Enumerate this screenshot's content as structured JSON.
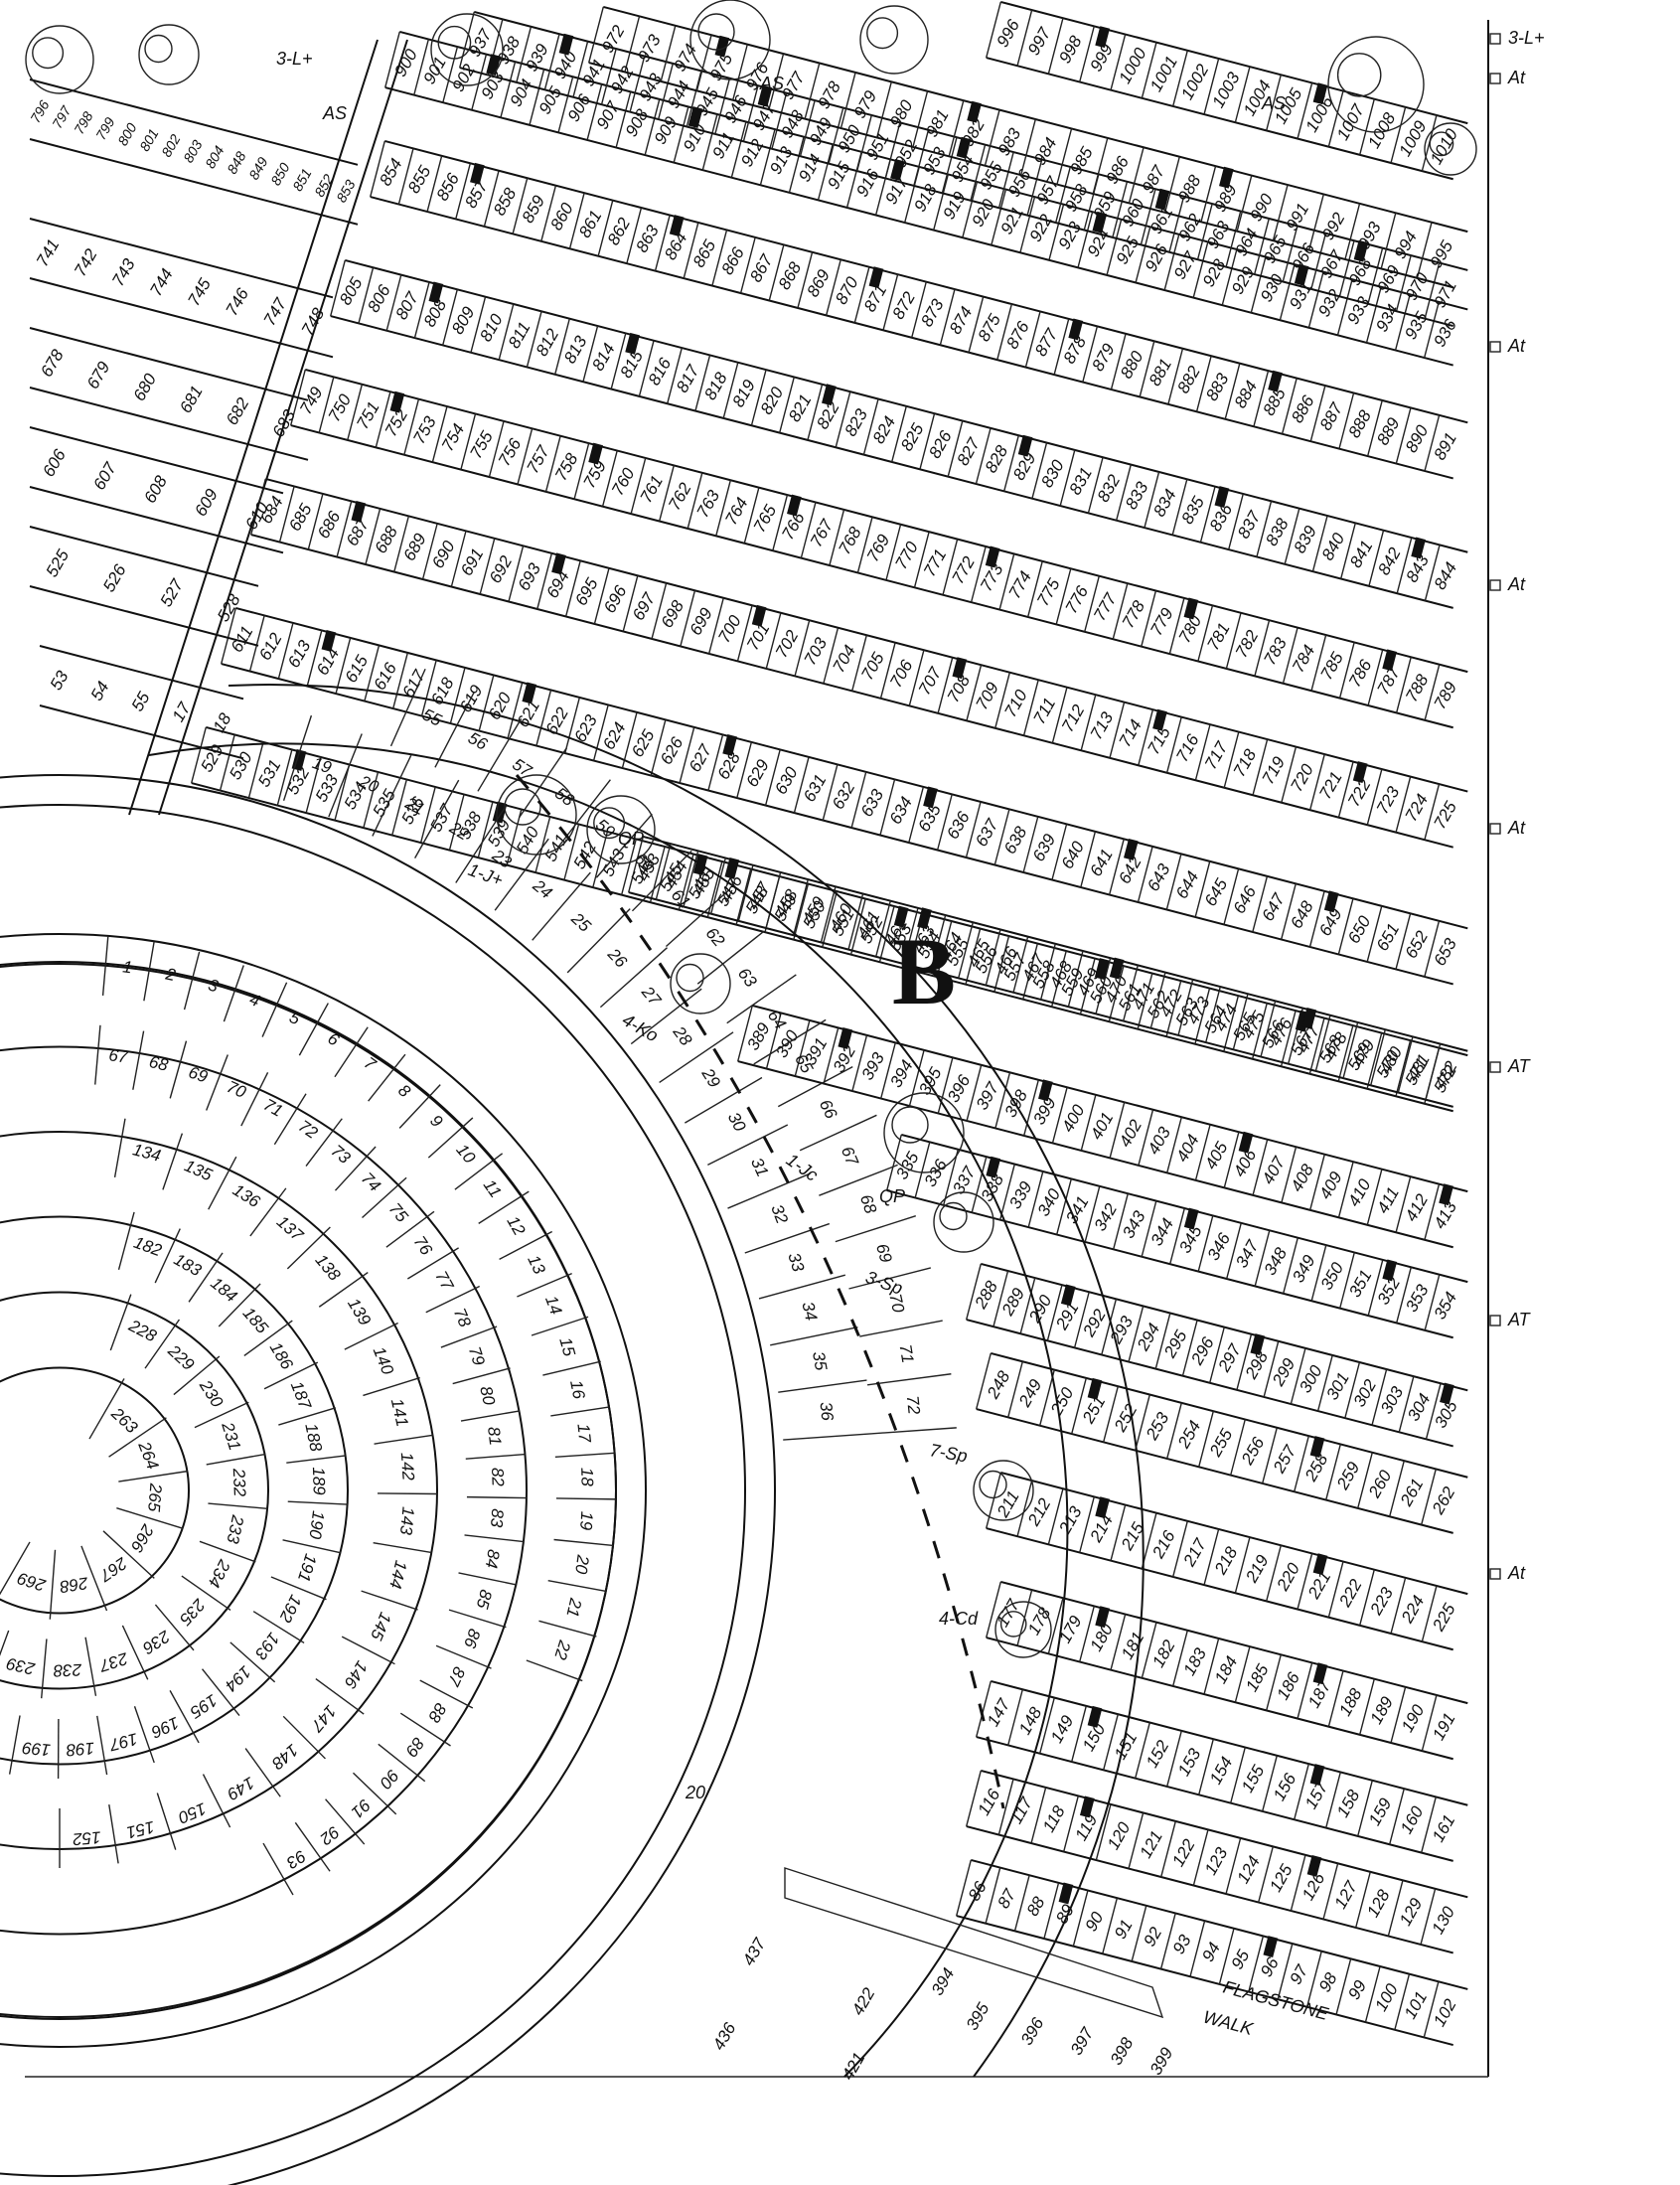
{
  "section_letter": "B",
  "side_markers": [
    {
      "label": "3-L+"
    },
    {
      "label": "At"
    },
    {
      "label": "At"
    },
    {
      "label": "At"
    },
    {
      "label": "At"
    },
    {
      "label": "AT"
    },
    {
      "label": "AT"
    },
    {
      "label": "At"
    }
  ],
  "annotations": [
    {
      "text": "3-L+"
    },
    {
      "text": "AS"
    },
    {
      "text": "AS"
    },
    {
      "text": "AS"
    },
    {
      "text": "QP"
    },
    {
      "text": "QP"
    },
    {
      "text": "1-J+"
    },
    {
      "text": "4-Ko"
    },
    {
      "text": "1-Jc"
    },
    {
      "text": "3-Sp"
    },
    {
      "text": "7-Sp"
    },
    {
      "text": "4-Cd"
    },
    {
      "text": "FLAGSTONE"
    },
    {
      "text": "WALK"
    },
    {
      "text": "20"
    }
  ],
  "lot_rows": [
    {
      "lots": [
        "900",
        "901",
        "902",
        "903",
        "904",
        "905",
        "906",
        "907",
        "908",
        "909",
        "910",
        "911",
        "912",
        "913",
        "914",
        "915",
        "916",
        "917",
        "918",
        "919",
        "920",
        "921",
        "922",
        "923",
        "924",
        "925",
        "926",
        "927",
        "928",
        "929",
        "930",
        "931",
        "932",
        "933",
        "934",
        "935",
        "936"
      ]
    },
    {
      "lots": [
        "937",
        "938",
        "939",
        "940",
        "941",
        "942",
        "943",
        "944",
        "945",
        "946",
        "947",
        "948",
        "949",
        "950",
        "951",
        "952",
        "953",
        "954",
        "955",
        "956",
        "957",
        "958",
        "959",
        "960",
        "961",
        "962",
        "963",
        "964",
        "965",
        "966",
        "967",
        "968",
        "969",
        "970",
        "971"
      ]
    },
    {
      "lots": [
        "972",
        "973",
        "974",
        "975",
        "976",
        "977",
        "978",
        "979",
        "980",
        "981",
        "982",
        "983",
        "984",
        "985",
        "986",
        "987",
        "988",
        "989",
        "990",
        "991",
        "992",
        "993",
        "994",
        "995"
      ]
    },
    {
      "lots": [
        "996",
        "997",
        "998",
        "999",
        "1000",
        "1001",
        "1002",
        "1003",
        "1004",
        "1005",
        "1006",
        "1007",
        "1008",
        "1009",
        "1010"
      ]
    },
    {
      "lots": [
        "854",
        "855",
        "856",
        "857",
        "858",
        "859",
        "860",
        "861",
        "862",
        "863",
        "864",
        "865",
        "866",
        "867",
        "868",
        "869",
        "870",
        "871",
        "872",
        "873",
        "874",
        "875",
        "876",
        "877",
        "878",
        "879",
        "880",
        "881",
        "882",
        "883",
        "884",
        "885",
        "886",
        "887",
        "888",
        "889",
        "890",
        "891"
      ]
    },
    {
      "lots": [
        "805",
        "806",
        "807",
        "808",
        "809",
        "810",
        "811",
        "812",
        "813",
        "814",
        "815",
        "816",
        "817",
        "818",
        "819",
        "820",
        "821",
        "822",
        "823",
        "824",
        "825",
        "826",
        "827",
        "828",
        "829",
        "830",
        "831",
        "832",
        "833",
        "834",
        "835",
        "836",
        "837",
        "838",
        "839",
        "840",
        "841",
        "842",
        "843",
        "844"
      ]
    },
    {
      "lots": [
        "749",
        "750",
        "751",
        "752",
        "753",
        "754",
        "755",
        "756",
        "757",
        "758",
        "759",
        "760",
        "761",
        "762",
        "763",
        "764",
        "765",
        "766",
        "767",
        "768",
        "769",
        "770",
        "771",
        "772",
        "773",
        "774",
        "775",
        "776",
        "777",
        "778",
        "779",
        "780",
        "781",
        "782",
        "783",
        "784",
        "785",
        "786",
        "787",
        "788",
        "789"
      ]
    },
    {
      "lots": [
        "684",
        "685",
        "686",
        "687",
        "688",
        "689",
        "690",
        "691",
        "692",
        "693",
        "694",
        "695",
        "696",
        "697",
        "698",
        "699",
        "700",
        "701",
        "702",
        "703",
        "704",
        "705",
        "706",
        "707",
        "708",
        "709",
        "710",
        "711",
        "712",
        "713",
        "714",
        "715",
        "716",
        "717",
        "718",
        "719",
        "720",
        "721",
        "722",
        "723",
        "724",
        "725"
      ]
    },
    {
      "lots": [
        "611",
        "612",
        "613",
        "614",
        "615",
        "616",
        "617",
        "618",
        "619",
        "620",
        "621",
        "622",
        "623",
        "624",
        "625",
        "626",
        "627",
        "628",
        "629",
        "630",
        "631",
        "632",
        "633",
        "634",
        "635",
        "636",
        "637",
        "638",
        "639",
        "640",
        "641",
        "642",
        "643",
        "644",
        "645",
        "646",
        "647",
        "648",
        "649",
        "650",
        "651",
        "652",
        "653"
      ]
    },
    {
      "lots": [
        "529",
        "530",
        "531",
        "532",
        "533",
        "534",
        "535",
        "536",
        "537",
        "538",
        "539",
        "540",
        "541",
        "542",
        "543",
        "544",
        "545",
        "546",
        "547",
        "548",
        "549",
        "550",
        "551",
        "552",
        "553",
        "554",
        "555",
        "556",
        "557",
        "558",
        "559",
        "560",
        "561",
        "562",
        "563",
        "564",
        "565",
        "566",
        "567",
        "568",
        "569",
        "570",
        "571",
        "572"
      ]
    },
    {
      "lots": [
        "453",
        "454",
        "455",
        "456",
        "457",
        "458",
        "459",
        "460",
        "461",
        "462",
        "463",
        "464",
        "465",
        "466",
        "467",
        "468",
        "469",
        "470",
        "471",
        "472",
        "473",
        "474",
        "475",
        "476",
        "477",
        "478",
        "479",
        "480",
        "481",
        "482"
      ]
    },
    {
      "lots": [
        "389",
        "390",
        "391",
        "392",
        "393",
        "394",
        "395",
        "396",
        "397",
        "398",
        "399",
        "400",
        "401",
        "402",
        "403",
        "404",
        "405",
        "406",
        "407",
        "408",
        "409",
        "410",
        "411",
        "412",
        "413"
      ]
    },
    {
      "lots": [
        "335",
        "336",
        "337",
        "338",
        "339",
        "340",
        "341",
        "342",
        "343",
        "344",
        "345",
        "346",
        "347",
        "348",
        "349",
        "350",
        "351",
        "352",
        "353",
        "354"
      ]
    },
    {
      "lots": [
        "288",
        "289",
        "290",
        "291",
        "292",
        "293",
        "294",
        "295",
        "296",
        "297",
        "298",
        "299",
        "300",
        "301",
        "302",
        "303",
        "304",
        "305"
      ]
    },
    {
      "lots": [
        "248",
        "249",
        "250",
        "251",
        "252",
        "253",
        "254",
        "255",
        "256",
        "257",
        "258",
        "259",
        "260",
        "261",
        "262"
      ]
    },
    {
      "lots": [
        "211",
        "212",
        "213",
        "214",
        "215",
        "216",
        "217",
        "218",
        "219",
        "220",
        "221",
        "222",
        "223",
        "224",
        "225"
      ]
    },
    {
      "lots": [
        "177",
        "178",
        "179",
        "180",
        "181",
        "182",
        "183",
        "184",
        "185",
        "186",
        "187",
        "188",
        "189",
        "190",
        "191"
      ]
    },
    {
      "lots": [
        "147",
        "148",
        "149",
        "150",
        "151",
        "152",
        "153",
        "154",
        "155",
        "156",
        "157",
        "158",
        "159",
        "160",
        "161"
      ]
    },
    {
      "lots": [
        "116",
        "117",
        "118",
        "119",
        "120",
        "121",
        "122",
        "123",
        "124",
        "125",
        "126",
        "127",
        "128",
        "129",
        "130"
      ]
    },
    {
      "lots": [
        "86",
        "87",
        "88",
        "89",
        "90",
        "91",
        "92",
        "93",
        "94",
        "95",
        "96",
        "97",
        "98",
        "99",
        "100",
        "101",
        "102"
      ]
    }
  ],
  "left_rows": [
    {
      "lots": [
        "796",
        "797",
        "798",
        "799",
        "800",
        "801",
        "802",
        "803",
        "804",
        "848",
        "849",
        "850",
        "851",
        "852",
        "853"
      ]
    },
    {
      "lots": [
        "741",
        "742",
        "743",
        "744",
        "745",
        "746",
        "747",
        "748"
      ]
    },
    {
      "lots": [
        "678",
        "679",
        "680",
        "681",
        "682",
        "683"
      ]
    },
    {
      "lots": [
        "606",
        "607",
        "608",
        "609",
        "610"
      ]
    },
    {
      "lots": [
        "525",
        "526",
        "527",
        "528"
      ]
    },
    {
      "lots": [
        "53",
        "54",
        "55",
        "17",
        "18"
      ]
    }
  ],
  "arc_outer": {
    "lots": [
      "19",
      "20",
      "21",
      "22",
      "23",
      "24",
      "25",
      "26",
      "27",
      "28",
      "29",
      "30",
      "31",
      "32",
      "33",
      "34",
      "35",
      "36"
    ]
  },
  "arc_inner": {
    "lots": [
      "55",
      "56",
      "57",
      "58",
      "59",
      "60",
      "61",
      "62",
      "63",
      "64",
      "65",
      "66",
      "67",
      "68",
      "69",
      "70",
      "71",
      "72"
    ]
  },
  "oval_ring1": {
    "lots": [
      "1",
      "2",
      "3",
      "4",
      "5",
      "6",
      "7",
      "8",
      "9",
      "10",
      "11",
      "12",
      "13",
      "14",
      "15",
      "16",
      "17",
      "18",
      "19",
      "20",
      "21",
      "22"
    ]
  },
  "oval_ring2": {
    "lots": [
      "67",
      "68",
      "69",
      "70",
      "71",
      "72",
      "73",
      "74",
      "75",
      "76",
      "77",
      "78",
      "79",
      "80",
      "81",
      "82",
      "83",
      "84",
      "85",
      "86",
      "87",
      "88",
      "89",
      "90",
      "91",
      "92",
      "93"
    ]
  },
  "oval_ring3": {
    "lots": [
      "134",
      "135",
      "136",
      "137",
      "138",
      "139",
      "140",
      "141",
      "142",
      "143",
      "144",
      "145",
      "146",
      "147",
      "148",
      "149",
      "150",
      "151",
      "152"
    ]
  },
  "oval_ring4": {
    "lots": [
      "182",
      "183",
      "184",
      "185",
      "186",
      "187",
      "188",
      "189",
      "190",
      "191",
      "192",
      "193",
      "194",
      "195",
      "196",
      "197",
      "198",
      "199"
    ]
  },
  "oval_ring5": {
    "lots": [
      "228",
      "229",
      "230",
      "231",
      "232",
      "233",
      "234",
      "235",
      "236",
      "237",
      "238",
      "239"
    ]
  },
  "oval_core": {
    "lots": [
      "263",
      "264",
      "265",
      "266",
      "267",
      "268",
      "269"
    ]
  },
  "bottom_lots": {
    "lots": [
      "437",
      "436",
      "422",
      "421",
      "394",
      "395",
      "396",
      "397",
      "398",
      "399"
    ]
  }
}
